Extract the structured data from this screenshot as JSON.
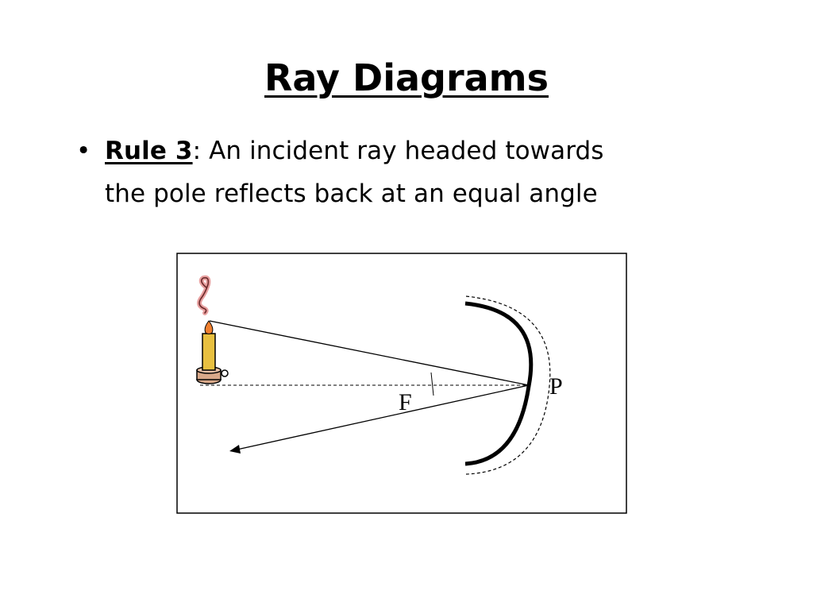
{
  "slide": {
    "title": "Ray Diagrams",
    "bullet": {
      "marker": "•",
      "rule_label": "Rule 3",
      "separator": ":",
      "text_line1": " An incident ray headed towards",
      "text_line2": "the pole reflects back at an equal angle"
    }
  },
  "diagram": {
    "focal_label": "F",
    "pole_label": "P",
    "icons": [
      "candle-icon",
      "flame-icon",
      "smoke-icon",
      "arrowhead-icon"
    ],
    "colors": {
      "candle_wax": "#E8C040",
      "candle_holder": "#D9A98A",
      "flame": "#F08030",
      "smoke": "#C0504D",
      "lines": "#000000"
    }
  }
}
